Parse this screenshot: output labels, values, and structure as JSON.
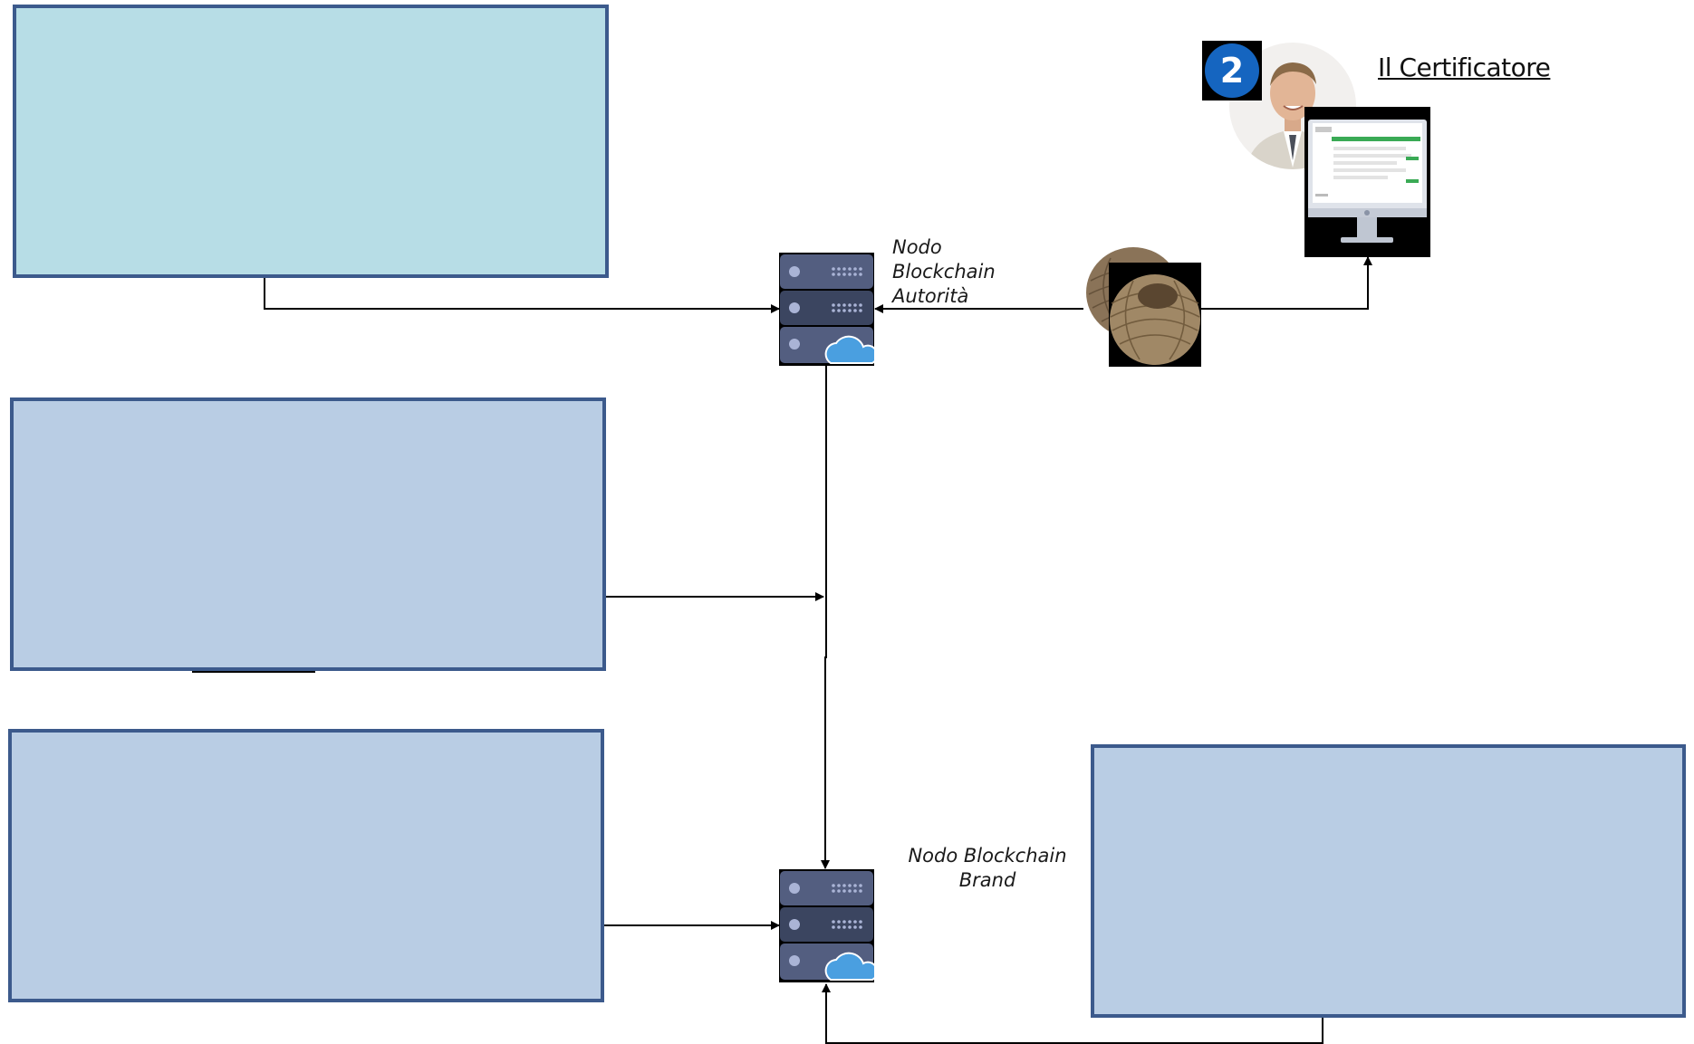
{
  "nodes": {
    "authority": {
      "label": "Nodo\nBlockchain\nAutorità",
      "icon": "server-cloud-icon"
    },
    "brand": {
      "label": "Nodo Blockchain\nBrand",
      "icon": "server-cloud-icon"
    }
  },
  "certifier": {
    "title": "Il Certificatore",
    "step_number": "2",
    "avatar": "person-avatar",
    "monitor": "monitor-icon"
  },
  "yarn": {
    "icon": "yarn-ball-icon"
  },
  "colors": {
    "box_border": "#3c5a8c",
    "box_teal": "#b7dde6",
    "box_blue": "#b9cde4",
    "badge": "#1565c0",
    "server_dark": "#3b4560",
    "server_mid": "#535e80",
    "cloud": "#4a9fe0"
  }
}
